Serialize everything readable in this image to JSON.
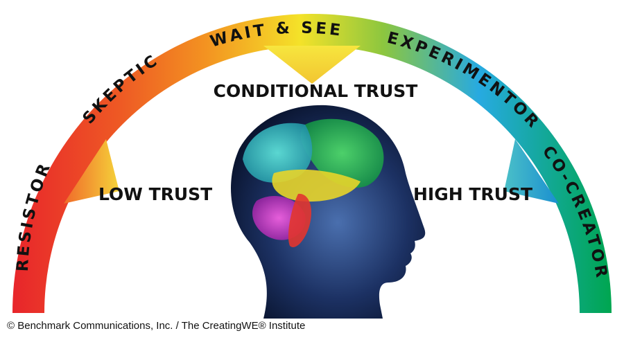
{
  "arc_labels": {
    "resistor": "RESISTOR",
    "skeptic": "SKEPTIC",
    "wait_and_see": "WAIT & SEE",
    "experimentor": "EXPERIMENTOR",
    "co_creator": "CO-CREATOR"
  },
  "trust_levels": {
    "low": "LOW TRUST",
    "conditional": "CONDITIONAL TRUST",
    "high": "HIGH TRUST"
  },
  "copyright": "© Benchmark Communications, Inc. / The CreatingWE® Institute",
  "colors": {
    "red": "#e8262b",
    "orange": "#f39221",
    "yellow": "#f4e229",
    "green_yellow": "#8cc63f",
    "cyan": "#27aae1",
    "teal_green": "#00a651",
    "head_dark": "#0a1530",
    "head_light": "#4a6fae"
  }
}
